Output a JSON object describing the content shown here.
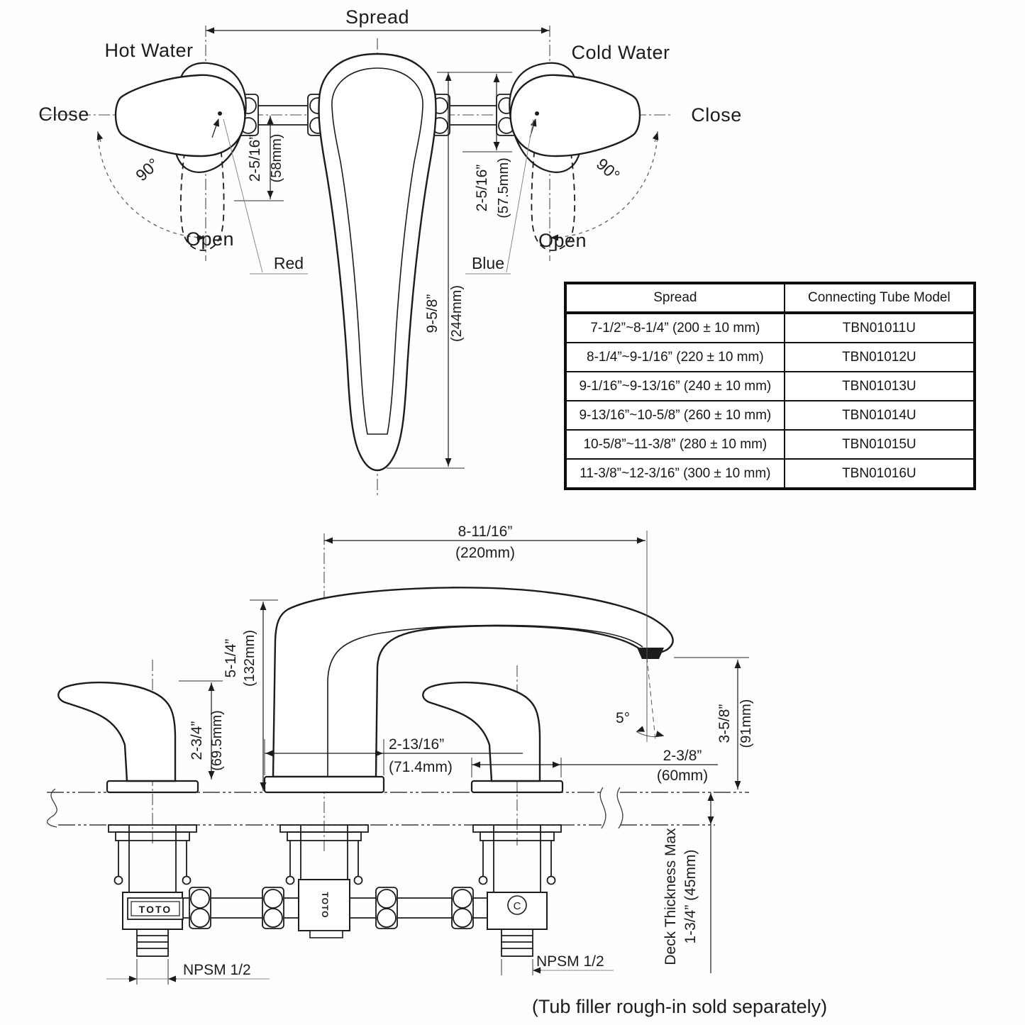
{
  "top_view": {
    "spread_label": "Spread",
    "hot_water": "Hot Water",
    "cold_water": "Cold Water",
    "close_left": "Close",
    "close_right": "Close",
    "open_left": "Open",
    "open_right": "Open",
    "angle_left": "90°",
    "angle_right": "90°",
    "red_label": "Red",
    "blue_label": "Blue",
    "hot_offset_in": "2-5/16”",
    "hot_offset_mm": "(58mm)",
    "cold_offset_in": "2-5/16”",
    "cold_offset_mm": "(57.5mm)",
    "spout_len_in": "9-5/8”",
    "spout_len_mm": "(244mm)"
  },
  "table": {
    "headers": [
      "Spread",
      "Connecting Tube Model"
    ],
    "rows": [
      {
        "spread": "7-1/2”~8-1/4” (200 ± 10 mm)",
        "model": "TBN01011U"
      },
      {
        "spread": "8-1/4”~9-1/16” (220 ± 10 mm)",
        "model": "TBN01012U"
      },
      {
        "spread": "9-1/16”~9-13/16” (240 ± 10 mm)",
        "model": "TBN01013U"
      },
      {
        "spread": "9-13/16”~10-5/8” (260 ± 10 mm)",
        "model": "TBN01014U"
      },
      {
        "spread": "10-5/8”~11-3/8” (280 ± 10 mm)",
        "model": "TBN01015U"
      },
      {
        "spread": "11-3/8”~12-3/16” (300 ± 10 mm)",
        "model": "TBN01016U"
      }
    ]
  },
  "side_view": {
    "reach_in": "8-11/16”",
    "reach_mm": "(220mm)",
    "spout_h_in": "5-1/4”",
    "spout_h_mm": "(132mm)",
    "handle_h_in": "2-3/4”",
    "handle_h_mm": "(69.5mm)",
    "base_w_in": "2-13/16”",
    "base_w_mm": "(71.4mm)",
    "handle_w_in": "2-3/8”",
    "handle_w_mm": "(60mm)",
    "spout_angle": "5°",
    "outlet_h_in": "3-5/8”",
    "outlet_h_mm": "(91mm)",
    "deck_line1": "Deck Thickness Max",
    "deck_line2": "1-3/4” (45mm)",
    "npsm_left": "NPSM 1/2",
    "npsm_right": "NPSM 1/2",
    "brand_left": "TOTO",
    "brand_center": "TOTO",
    "c_mark": "C",
    "caption": "(Tub filler rough-in sold separately)"
  }
}
